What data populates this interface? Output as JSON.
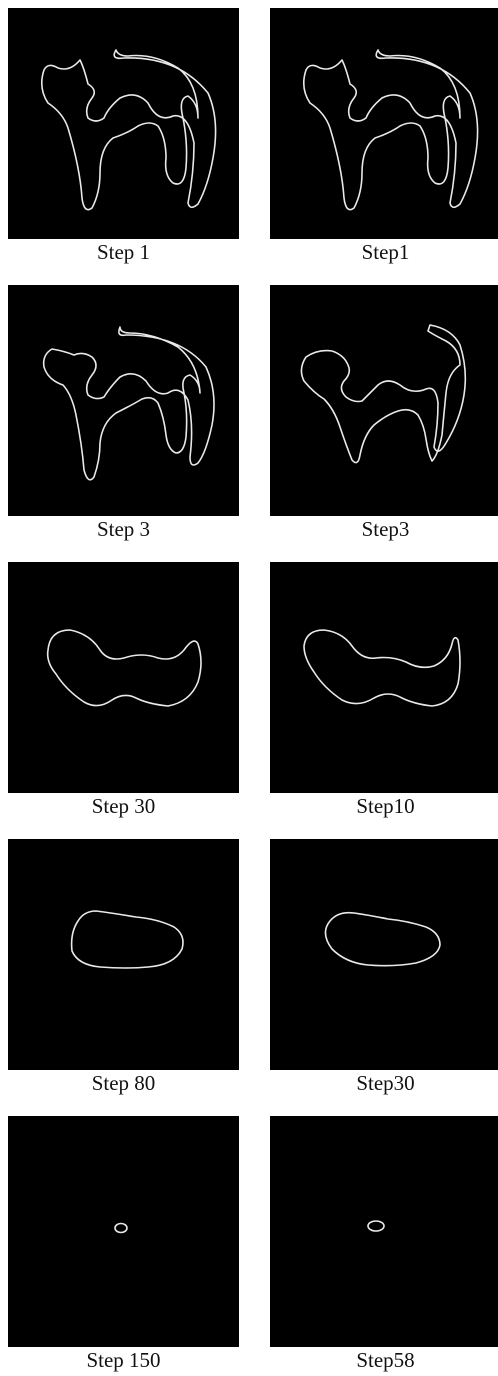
{
  "figure": {
    "rows": [
      {
        "left": {
          "caption": "Step 1"
        },
        "right": {
          "caption": "Step1"
        }
      },
      {
        "left": {
          "caption": "Step 3"
        },
        "right": {
          "caption": "Step3"
        }
      },
      {
        "left": {
          "caption": "Step 30"
        },
        "right": {
          "caption": "Step10"
        }
      },
      {
        "left": {
          "caption": "Step 80"
        },
        "right": {
          "caption": "Step30"
        }
      },
      {
        "left": {
          "caption": "Step 150"
        },
        "right": {
          "caption": "Step58"
        }
      }
    ]
  },
  "colors": {
    "panel_background": "#000000",
    "curve": "#e9e9e9",
    "caption_text": "#111111"
  }
}
